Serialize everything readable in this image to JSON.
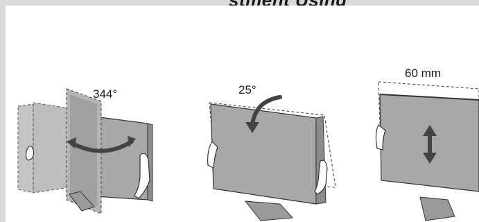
{
  "header": {
    "title_partial": "stment Using"
  },
  "panels": [
    {
      "id": "swivel",
      "value_label": "344°",
      "motion": "swivel"
    },
    {
      "id": "tilt",
      "value_label": "25°",
      "motion": "tilt"
    },
    {
      "id": "height",
      "value_label": "60 mm",
      "motion": "height-adjust"
    }
  ],
  "colors": {
    "background": "#d9d9d9",
    "frame": "#ffffff",
    "monitor_fill": "#a8a8a8",
    "monitor_dark": "#8c8c8c",
    "outline": "#333333",
    "ghost_outline": "#555555"
  }
}
